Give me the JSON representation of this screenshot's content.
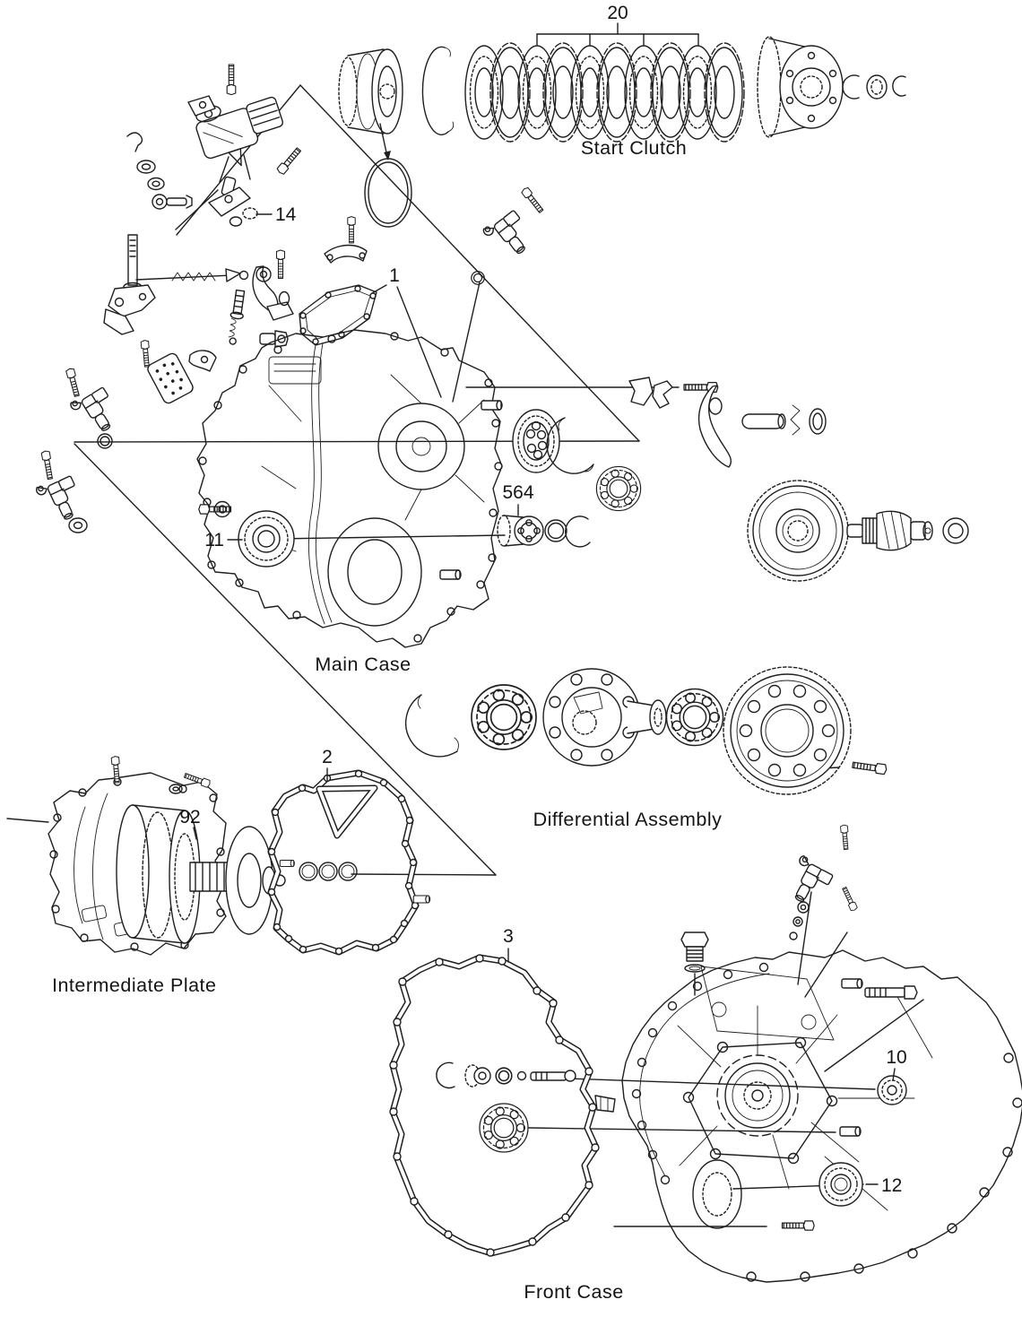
{
  "diagram": {
    "type": "exploded-parts-diagram",
    "sections": {
      "start_clutch": {
        "name": "Start Clutch"
      },
      "main_case": {
        "name": "Main Case"
      },
      "differential": {
        "name": "Differential Assembly"
      },
      "intermediate_plate": {
        "name": "Intermediate Plate"
      },
      "front_case": {
        "name": "Front Case"
      }
    },
    "callouts": {
      "c20": "20",
      "c14": "14",
      "c1": "1",
      "c564": "564",
      "c11": "11",
      "c92": "92",
      "c2": "2",
      "c3": "3",
      "c10": "10",
      "c12": "12"
    },
    "ink_color": "#1f1f1f",
    "background_color": "#ffffff"
  }
}
